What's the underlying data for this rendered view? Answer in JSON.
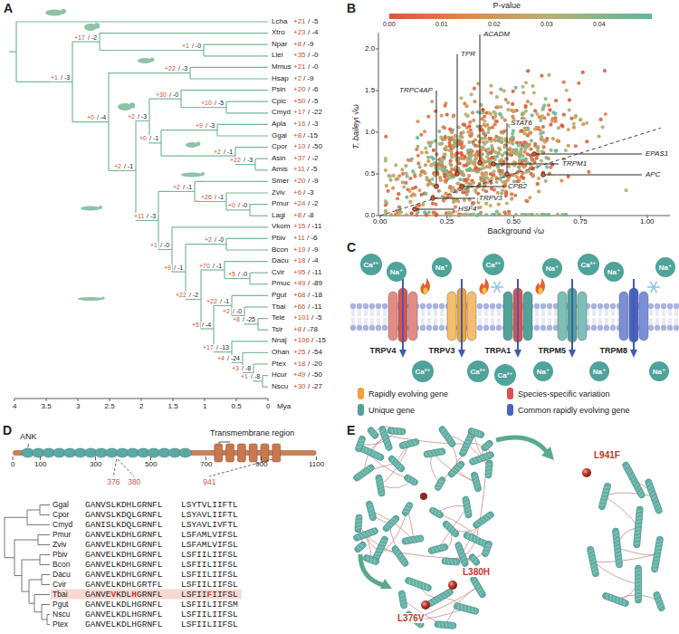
{
  "diagram": {
    "nodes": [
      {
        "text": [
          "Ca²⁺"
        ]
      },
      {
        "text": [
          "Na⁺"
        ]
      },
      {
        "text": [
          "Na⁺"
        ]
      },
      {
        "text": [
          "Ca²⁺"
        ]
      },
      {
        "text": [
          "Na⁺"
        ]
      },
      {
        "text": [
          "Ca²⁺"
        ]
      },
      {
        "text": [
          "Na⁺"
        ]
      },
      {
        "text": [
          "Na⁺"
        ]
      },
      {
        "text": [
          "Ca²⁺"
        ]
      },
      {
        "text": [
          "Ca²⁺"
        ]
      },
      {
        "text": [
          "Ca²⁺"
        ]
      },
      {
        "text": [
          "Na⁺"
        ]
      },
      {
        "text": [
          "Na⁺"
        ]
      },
      {
        "text": [
          "Na⁺"
        ]
      }
    ],
    "labels": [
      "A",
      "Lcha",
      "+21",
      "/ -5",
      "Xtro",
      "+23",
      "/ -4",
      "Npar",
      "+8",
      "/ -9",
      "Llei",
      "+35",
      "/ -0",
      "Mmus",
      "+21",
      "/ -0",
      "Hsap",
      "+2",
      "/ -9",
      "Psin",
      "+20",
      "/ -6",
      "Cpic",
      "+50",
      "/ -5",
      "Cmyd",
      "+17",
      "/ -22",
      "Apla",
      "+16",
      "/ -3",
      "Ggal",
      "+8",
      "/ -15",
      "Cpor",
      "+10",
      "/ -50",
      "Asin",
      "+37",
      "/ -2",
      "Amis",
      "+11",
      "/ -5",
      "Smer",
      "+20",
      "/ -9",
      "Zviv",
      "+6",
      "/ -3",
      "Pmur",
      "+24",
      "/ -2",
      "Lagi",
      "+8",
      "/ -8",
      "Vkom",
      "+15",
      "/ -11",
      "Pbiv",
      "+11",
      "/ -6",
      "Bcon",
      "+19",
      "/ -9",
      "Dacu",
      "+18",
      "/ -4",
      "Cvir",
      "+95",
      "/ -11",
      "Pmuc",
      "+49",
      "/ -89",
      "Pgut",
      "+68",
      "/ -18",
      "Tbai",
      "+66",
      "/ -11",
      "Tele",
      "+101",
      "/ -5",
      "Tsir",
      "+8",
      "/ -78",
      "Nnaj",
      "+106",
      "/ -15",
      "Ohan",
      "+25",
      "/ -54",
      "Ptex",
      "+18",
      "/ -20",
      "Hcur",
      "+49",
      "/ -50",
      "Nscu",
      "+30",
      "/ -27",
      "+1",
      "/ -3",
      "+17",
      "/ -2",
      "+1",
      "/ -0",
      "+0",
      "/ -4",
      "+22",
      "/ -3",
      "+2",
      "/ -1",
      "+2",
      "/ -3",
      "+30",
      "/ -0",
      "+10",
      "/ -5",
      "+0",
      "/ -1",
      "+9",
      "/ -3",
      "+2",
      "/ -1",
      "+22",
      "/ -3",
      "+11",
      "/ -3",
      "+2",
      "/ -1",
      "+26",
      "/ -1",
      "+0",
      "/ -0",
      "+1",
      "/ -0",
      "+9",
      "/ -1",
      "+2",
      "/ -0",
      "+22",
      "/ -2",
      "+70",
      "/ -1",
      "+5",
      "/ -0",
      "+5",
      "/ -4",
      "+22",
      "/ -1",
      "+2",
      "/ -0",
      "+8",
      "/ -25",
      "+17",
      "/ -13",
      "+4",
      "/ -24",
      "+3",
      "/ -8",
      "+1",
      "/ -8",
      "4",
      "3.5",
      "3",
      "2.5",
      "2",
      "1.5",
      "1",
      "0.5",
      "0",
      "Mya",
      "B",
      "P-value",
      "0.00",
      "0.01",
      "0.02",
      "0.03",
      "0.04",
      "0.00",
      "0.25",
      "0.50",
      "0.75",
      "1.00",
      "0.0",
      "0.5",
      "1.0",
      "1.5",
      "2.0",
      "Background √ω",
      "T. baileyi √ω",
      "ACADM",
      "TPR",
      "TRPC4AP",
      "STAT6",
      "EPAS1",
      "TRPM1",
      "APC",
      "CPB2",
      "TRPV3",
      "HSF4",
      "C",
      "TRPV4",
      "TRPV3",
      "TRPA1",
      "TRPM5",
      "TRPM8",
      "D",
      "ANK",
      "Transmembrane region",
      "0",
      "100",
      "300",
      "500",
      "700",
      "900",
      "1100",
      "376",
      "380",
      "941",
      "Ggal",
      "Cpor",
      "Cmyd",
      "Pmur",
      "Zviv",
      "Pbiv",
      "Bcon",
      "Dacu",
      "Cvir",
      "Tbai",
      "Pgut",
      "Nscu",
      "Ptex",
      "GANVSLKDHLGRNFL",
      "GANVSLKDQLGRNFL",
      "GANISLKDQLGRNFL",
      "GANVELKDHLGRNFL",
      "GANVELKDHLGRNFL",
      "GANVELKDHLGRNFL",
      "GANVELKDHLGRNFL",
      "GANVELKDHLGRNFL",
      "GANVELKDHLGRTFL",
      "GANVE",
      "V",
      "KDL",
      "H",
      "GRNFL",
      "GANVELKDLHGRNFL",
      "GANVELKDLHGRNFL",
      "GANVELKDLHGRNFL",
      "LSYTVLIIFTL",
      "LSYAVLIIFTL",
      "LSYAVLIVFTL",
      "LSFAMLVIFSL",
      "LSFAMLVIFSL",
      "LSFIILIIFSL",
      "LSFIILIIFSL",
      "LSFIILIIFSL",
      "LSFIILIIFSL",
      "LSFII",
      "F",
      "IIFSL",
      "LSFIILIIFSM",
      "LSFIILIIFSL",
      "LSFIILIIFSL",
      "E",
      "L941F",
      "L380H",
      "L376V"
    ],
    "legend": [
      {
        "text": "Rapidly evolving gene",
        "color": "#f0a23a"
      },
      {
        "text": "Species-specific variation",
        "color": "#d9534f"
      },
      {
        "text": "Unique gene",
        "color": "#4fa39b"
      },
      {
        "text": "Common rapidly evolving gene",
        "color": "#4a62c4"
      }
    ]
  }
}
